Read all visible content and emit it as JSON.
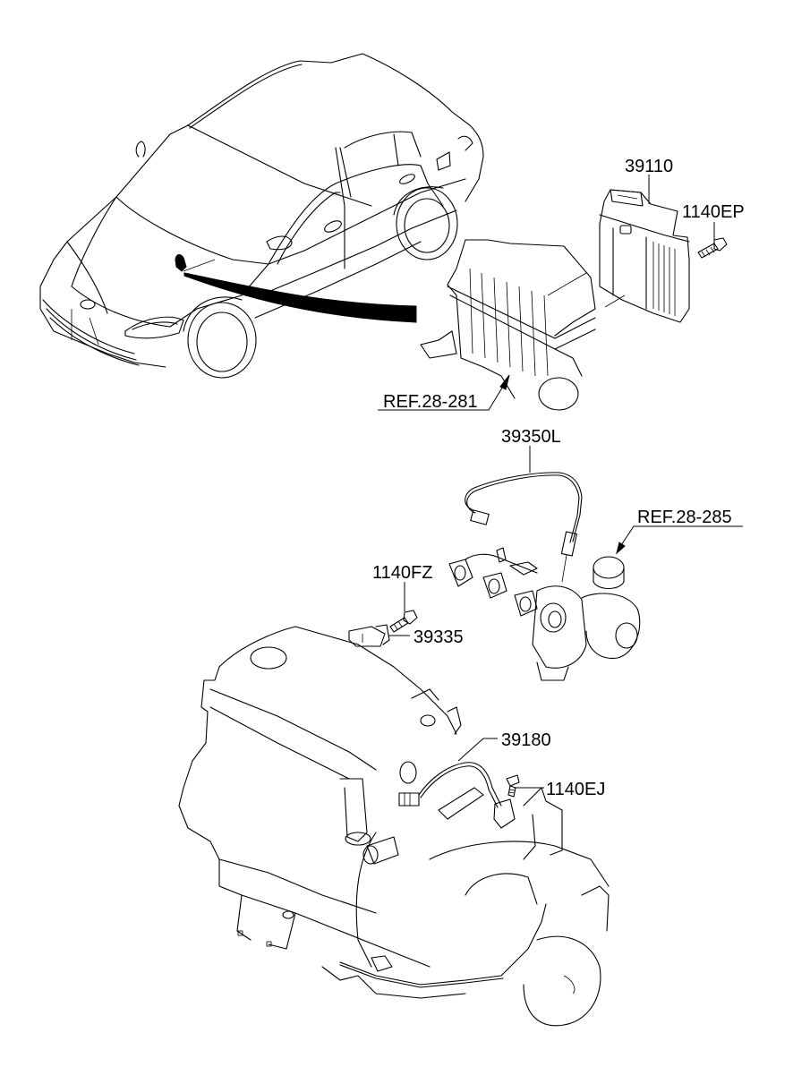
{
  "diagram": {
    "subject": "Engine electronic control / sensors parts diagram",
    "colors": {
      "line": "#000000",
      "background": "#ffffff"
    },
    "callouts": [
      {
        "id": "ecu",
        "part_number": "39110",
        "description": "Engine control module"
      },
      {
        "id": "ecu-bolt",
        "part_number": "1140EP",
        "description": "Bolt"
      },
      {
        "id": "air-cleaner-ref",
        "part_number": "REF.28-281",
        "description": "Air cleaner reference"
      },
      {
        "id": "oxygen-sensor",
        "part_number": "39350L",
        "description": "Oxygen sensor"
      },
      {
        "id": "turbo-ref",
        "part_number": "REF.28-285",
        "description": "Turbocharger reference"
      },
      {
        "id": "sensor-bolt-fz",
        "part_number": "1140FZ",
        "description": "Bolt"
      },
      {
        "id": "cam-sensor",
        "part_number": "39335",
        "description": "Sensor"
      },
      {
        "id": "crank-sensor",
        "part_number": "39180",
        "description": "Sensor"
      },
      {
        "id": "sensor-bolt-ej",
        "part_number": "1140EJ",
        "description": "Bolt"
      }
    ]
  }
}
